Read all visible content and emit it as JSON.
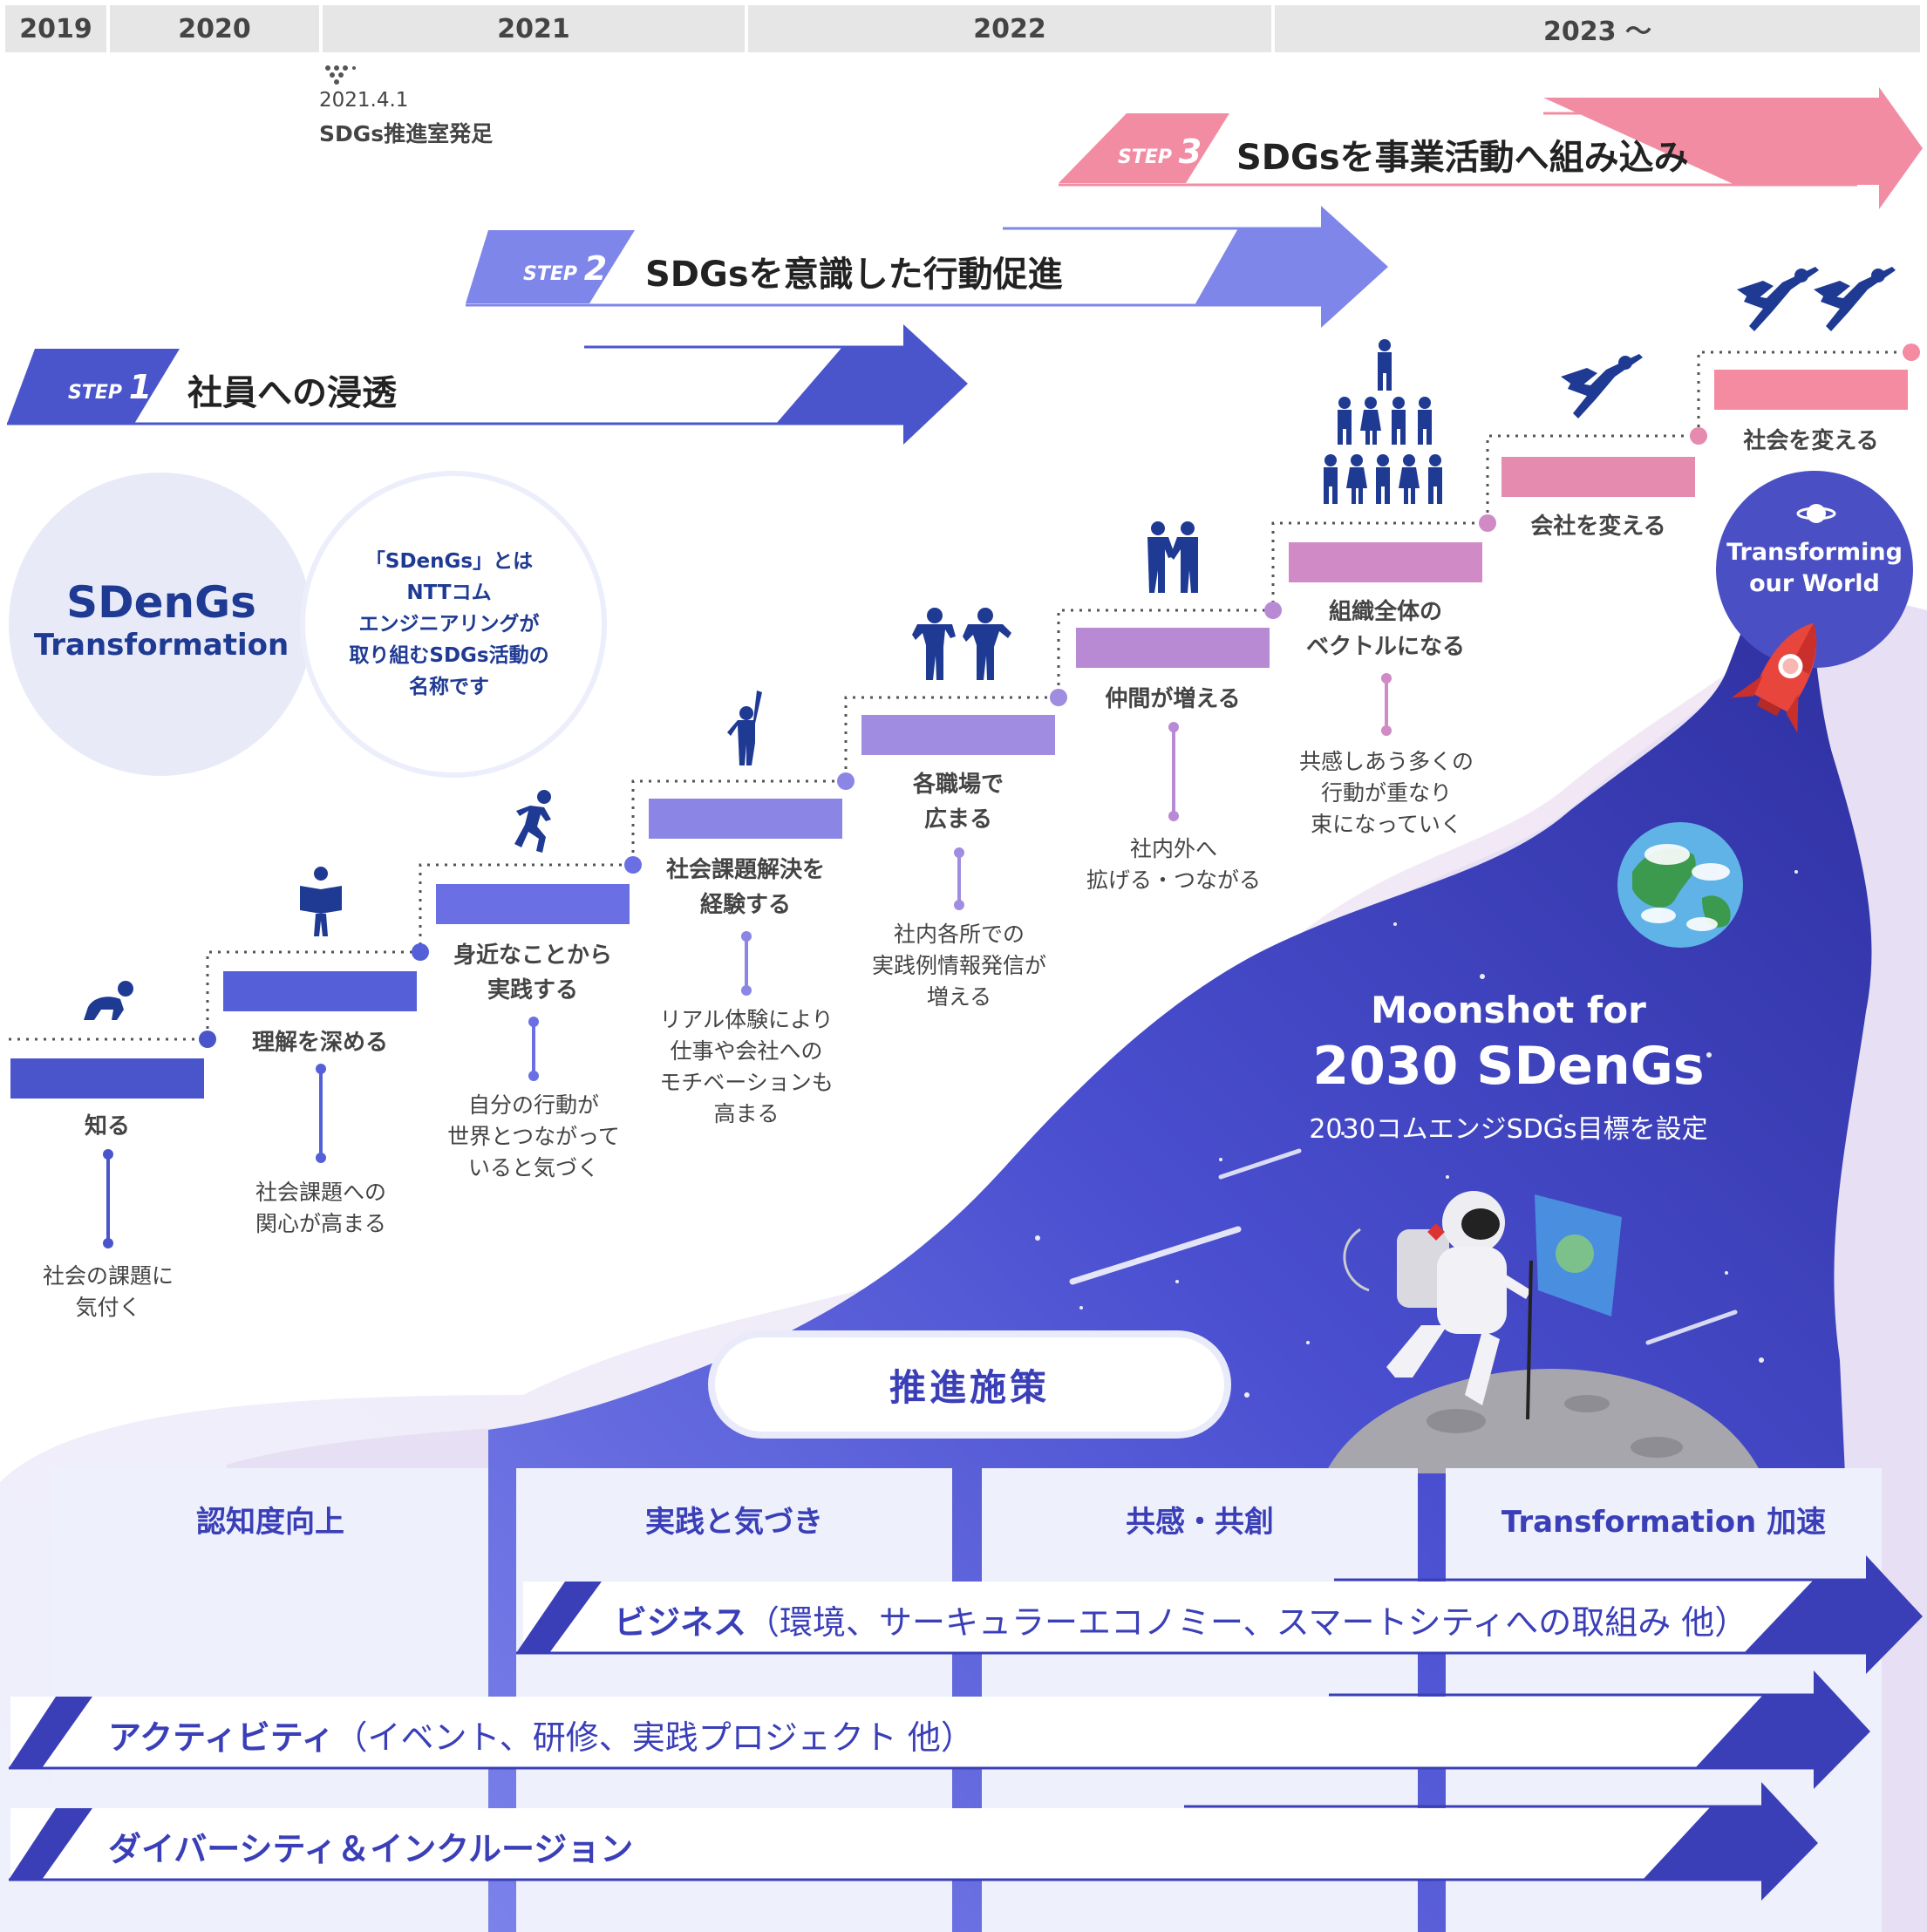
{
  "timeline": {
    "years": [
      "2019",
      "2020",
      "2021",
      "2022",
      "2023 〜"
    ],
    "milestone": {
      "date": "2021.4.1",
      "text": "SDGs推進室発足"
    }
  },
  "steps": [
    {
      "label": "STEP",
      "number": "1",
      "title": "社員への浸透",
      "color": "#4a55cc"
    },
    {
      "label": "STEP",
      "number": "2",
      "title": "SDGsを意識した行動促進",
      "color": "#7f86ea"
    },
    {
      "label": "STEP",
      "number": "3",
      "title": "SDGsを事業活動へ組み込み",
      "color": "#f28ca3"
    }
  ],
  "intro": {
    "title": "SDenGs",
    "subtitle": "Transformation",
    "description_lines": [
      "「SDenGs」とは",
      "NTTコム",
      "エンジニアリングが",
      "取り組むSDGs活動の",
      "名称です"
    ]
  },
  "stairs": [
    {
      "title_lines": [
        "知る"
      ],
      "desc_lines": [
        "社会の課題に",
        "気付く"
      ],
      "color": "#4a55cc",
      "icon": "crawling-baby-icon"
    },
    {
      "title_lines": [
        "理解を深める"
      ],
      "desc_lines": [
        "社会課題への",
        "関心が高まる"
      ],
      "color": "#5560d8",
      "icon": "reading-person-icon"
    },
    {
      "title_lines": [
        "身近なことから",
        "実践する"
      ],
      "desc_lines": [
        "自分の行動が",
        "世界とつながって",
        "いると気づく"
      ],
      "color": "#6a70e4",
      "icon": "running-person-icon"
    },
    {
      "title_lines": [
        "社会課題解決を",
        "経験する"
      ],
      "desc_lines": [
        "リアル体験により",
        "仕事や会社への",
        "モチベーションも",
        "高まる"
      ],
      "color": "#8b86e6",
      "icon": "pointing-person-icon"
    },
    {
      "title_lines": [
        "各職場で",
        "広まる"
      ],
      "desc_lines": [
        "社内各所での",
        "実践例情報発信が",
        "増える"
      ],
      "color": "#a08ce0",
      "icon": "two-people-icon"
    },
    {
      "title_lines": [
        "仲間が増える"
      ],
      "desc_lines": [
        "社内外へ",
        "拡げる・つながる"
      ],
      "color": "#b98ad4",
      "icon": "handshake-icon"
    },
    {
      "title_lines": [
        "組織全体の",
        "ベクトルになる"
      ],
      "desc_lines": [
        "共感しあう多くの",
        "行動が重なり",
        "束になっていく"
      ],
      "color": "#d08ac5",
      "icon": "crowd-pyramid-icon"
    },
    {
      "title_lines": [
        "会社を変える"
      ],
      "desc_lines": [],
      "color": "#e58bb0",
      "icon": "flying-hero-icon"
    },
    {
      "title_lines": [
        "社会を変える"
      ],
      "desc_lines": [],
      "color": "#f48ba0",
      "icon": "flying-heroes-icon"
    }
  ],
  "transforming": {
    "line1": "Transforming",
    "line2": "our World"
  },
  "moonshot": {
    "line1": "Moonshot for",
    "line2": "2030 SDenGs",
    "line3": "2030コムエンジSDGs目標を設定"
  },
  "promotion": {
    "title": "推進施策",
    "pillars": [
      "認知度向上",
      "実践と気づき",
      "共感・共創",
      "Transformation 加速"
    ],
    "bands": [
      {
        "bold": "ビジネス",
        "rest": "（環境、サーキュラーエコノミー、スマートシティへの取組み 他）"
      },
      {
        "bold": "アクティビティ",
        "rest": "（イベント、研修、実践プロジェクト 他）"
      },
      {
        "bold": "ダイバーシティ＆インクルージョン",
        "rest": ""
      }
    ]
  }
}
